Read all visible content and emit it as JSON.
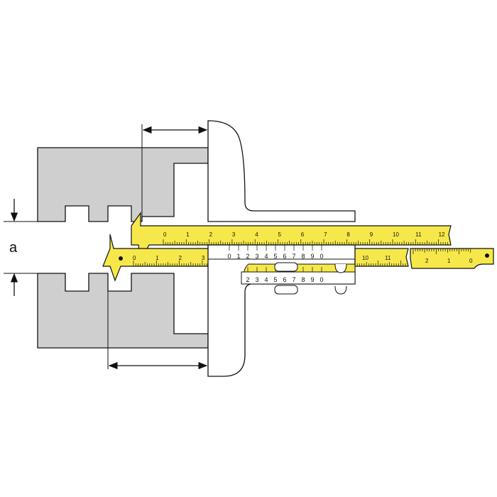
{
  "dimension_label": "a",
  "colors": {
    "workpiece": "#cfcfcf",
    "ruler": "#f6e84a",
    "outline": "#111111",
    "gauge_body": "#ffffff"
  },
  "upper_ruler_labels": [
    "0",
    "1",
    "2",
    "3",
    "4",
    "5",
    "6",
    "7",
    "8",
    "9",
    "10",
    "11",
    "12"
  ],
  "lower_ruler_labels": [
    "0",
    "1",
    "2",
    "3"
  ],
  "lower_ruler_right_labels": [
    "10",
    "11"
  ],
  "reversed_ruler_labels": [
    "2",
    "1",
    "0"
  ],
  "vernier_upper_labels": [
    "0",
    "1",
    "2",
    "3",
    "4",
    "5",
    "6",
    "7",
    "8",
    "9",
    "0"
  ],
  "vernier_lower_labels": [
    "2",
    "3",
    "4",
    "5",
    "6",
    "7",
    "8",
    "9",
    "0"
  ]
}
